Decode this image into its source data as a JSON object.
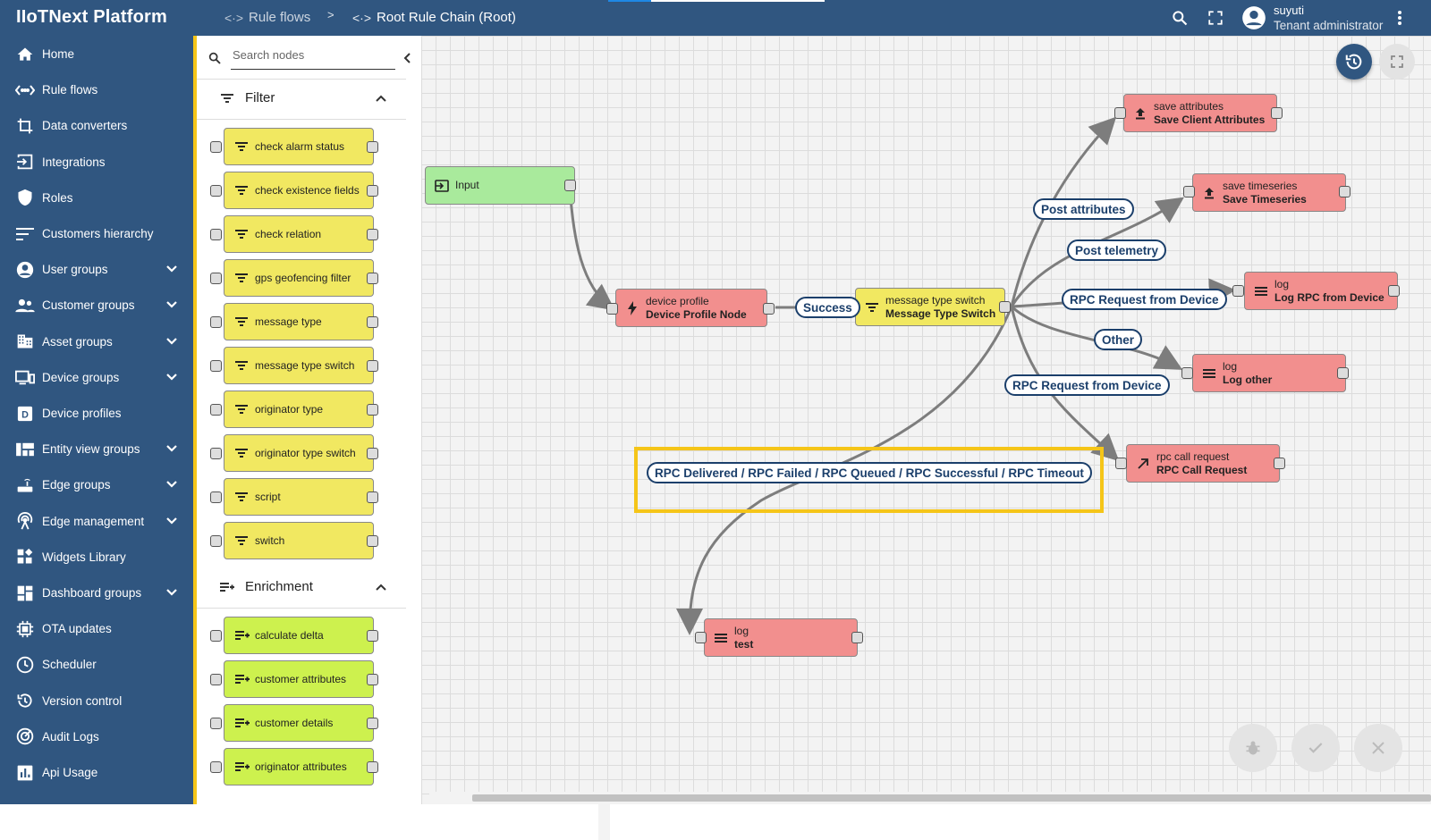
{
  "header": {
    "brand": "IIoTNext Platform",
    "crumbs": [
      {
        "label": "Rule flows"
      },
      {
        "label": "Root Rule Chain (Root)"
      }
    ],
    "separator": ">",
    "user": {
      "name": "suyuti",
      "role": "Tenant administrator"
    }
  },
  "sidebar": {
    "items": [
      {
        "label": "Home",
        "icon": "home-icon"
      },
      {
        "label": "Rule flows",
        "icon": "rule-chain-icon"
      },
      {
        "label": "Data converters",
        "icon": "crop-icon"
      },
      {
        "label": "Integrations",
        "icon": "input-icon"
      },
      {
        "label": "Roles",
        "icon": "shield-icon"
      },
      {
        "label": "Customers hierarchy",
        "icon": "sort-icon"
      },
      {
        "label": "User groups",
        "icon": "account-circle-icon",
        "expandable": true
      },
      {
        "label": "Customer groups",
        "icon": "supervisor-icon",
        "expandable": true
      },
      {
        "label": "Asset groups",
        "icon": "domain-icon",
        "expandable": true
      },
      {
        "label": "Device groups",
        "icon": "devices-icon",
        "expandable": true
      },
      {
        "label": "Device profiles",
        "icon": "device-profile-icon"
      },
      {
        "label": "Entity view groups",
        "icon": "view-quilt-icon",
        "expandable": true
      },
      {
        "label": "Edge groups",
        "icon": "router-icon",
        "expandable": true
      },
      {
        "label": "Edge management",
        "icon": "settings-input-antenna-icon",
        "expandable": true
      },
      {
        "label": "Widgets Library",
        "icon": "widgets-icon"
      },
      {
        "label": "Dashboard groups",
        "icon": "dashboard-icon",
        "expandable": true
      },
      {
        "label": "OTA updates",
        "icon": "memory-icon"
      },
      {
        "label": "Scheduler",
        "icon": "schedule-icon"
      },
      {
        "label": "Version control",
        "icon": "history-icon"
      },
      {
        "label": "Audit Logs",
        "icon": "track-changes-icon"
      },
      {
        "label": "Api Usage",
        "icon": "insert-chart-icon"
      }
    ]
  },
  "library": {
    "search_placeholder": "Search nodes",
    "filter": {
      "title": "Filter",
      "nodes": [
        "check alarm status",
        "check existence fields",
        "check relation",
        "gps geofencing filter",
        "message type",
        "message type switch",
        "originator type",
        "originator type switch",
        "script",
        "switch"
      ]
    },
    "enrichment": {
      "title": "Enrichment",
      "nodes": [
        "calculate delta",
        "customer attributes",
        "customer details",
        "originator attributes"
      ]
    }
  },
  "canvas": {
    "nodes": {
      "input": {
        "label": "Input"
      },
      "device_profile": {
        "type": "device profile",
        "name": "Device Profile Node"
      },
      "msg_switch": {
        "type": "message type switch",
        "name": "Message Type Switch"
      },
      "save_attr": {
        "type": "save attributes",
        "name": "Save Client Attributes"
      },
      "save_ts": {
        "type": "save timeseries",
        "name": "Save Timeseries"
      },
      "log_rpc": {
        "type": "log",
        "name": "Log RPC from Device"
      },
      "log_other": {
        "type": "log",
        "name": "Log other"
      },
      "rpc_call": {
        "type": "rpc call request",
        "name": "RPC Call Request"
      },
      "log_test": {
        "type": "log",
        "name": "test"
      }
    },
    "links": {
      "success": "Success",
      "post_attributes": "Post attributes",
      "post_telemetry": "Post telemetry",
      "rpc_request_1": "RPC Request from Device",
      "other": "Other",
      "rpc_request_2": "RPC Request from Device",
      "rpc_status": "RPC Delivered / RPC Failed / RPC Queued / RPC Successful / RPC Timeout"
    }
  }
}
